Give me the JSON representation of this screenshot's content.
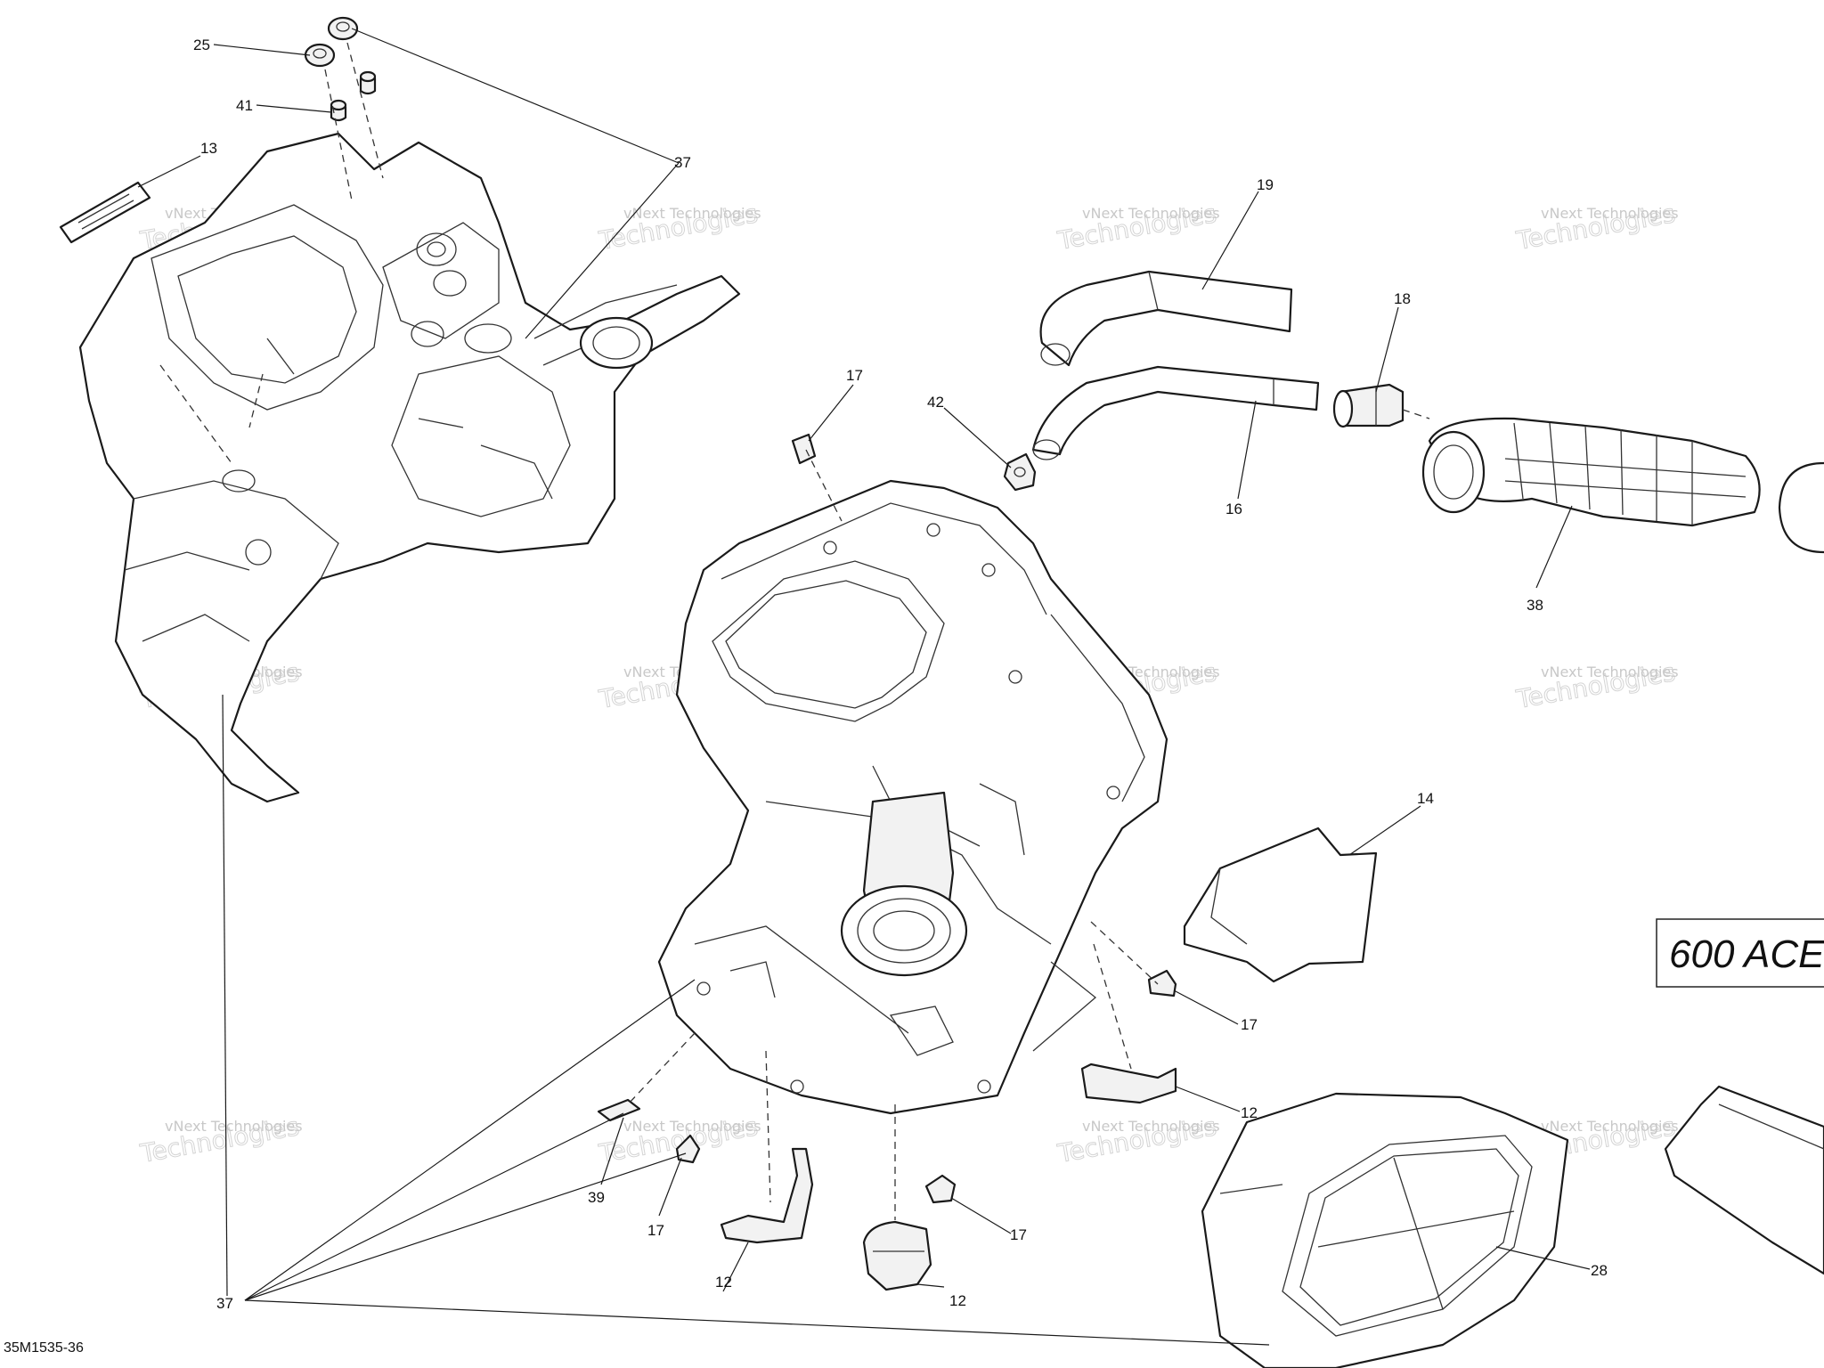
{
  "diagram": {
    "reference_code": "35M1535-36",
    "model_label": "600 ACE",
    "watermark_text": "vNext Technologies",
    "watermark_text_big": "Technologies",
    "callouts": [
      "25",
      "41",
      "13",
      "37",
      "19",
      "18",
      "17",
      "42",
      "16",
      "38",
      "14",
      "17",
      "12",
      "39",
      "17",
      "12",
      "12",
      "17",
      "28",
      "37"
    ]
  }
}
